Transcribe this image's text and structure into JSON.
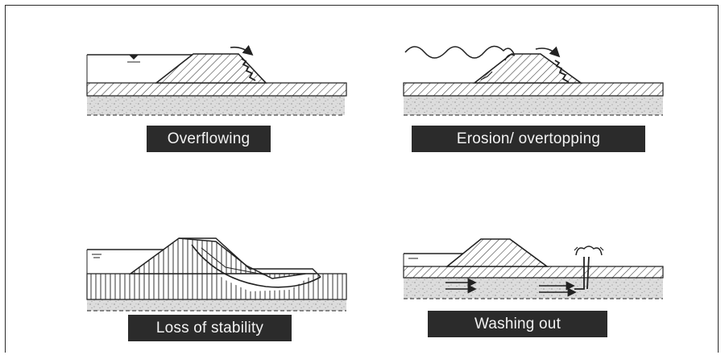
{
  "panels": [
    {
      "id": "overflowing",
      "label": "Overflowing"
    },
    {
      "id": "erosion",
      "label": "Erosion/ overtopping"
    },
    {
      "id": "stability",
      "label": "Loss of stability"
    },
    {
      "id": "washing",
      "label": "Washing out"
    }
  ],
  "colors": {
    "label_bg": "#2b2b2b",
    "label_text": "#f2f2f2",
    "line": "#222222",
    "sand": "#d9d9d9"
  }
}
